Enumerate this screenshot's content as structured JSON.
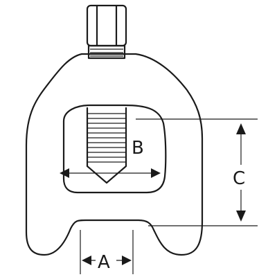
{
  "diagram": {
    "labels": {
      "a": "A",
      "b": "B",
      "c": "C"
    },
    "colors": {
      "line": "#1a1a1a",
      "background": "#ffffff"
    }
  }
}
